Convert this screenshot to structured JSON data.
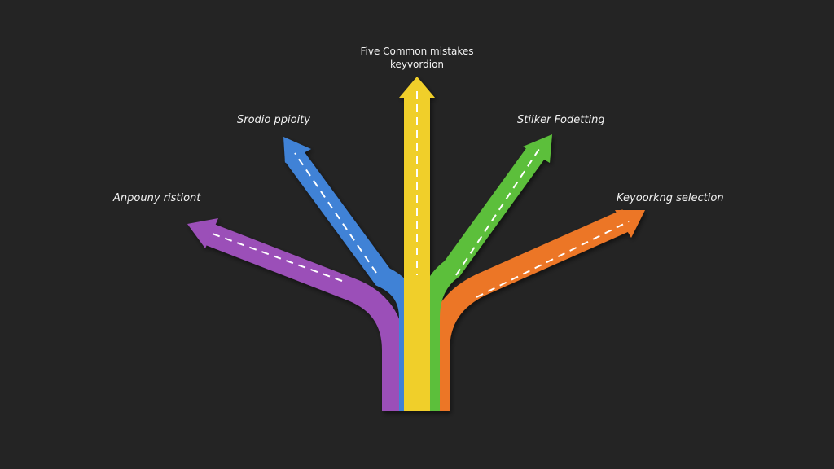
{
  "title": {
    "line1": "Five Common mistakes",
    "line2": "keyvordion"
  },
  "branches": [
    {
      "label": "Anpouny ristiont",
      "color": "#9b4fb8"
    },
    {
      "label": "Srodio ppioity",
      "color": "#3f82d6"
    },
    {
      "label": "Stiiker Fodetting",
      "color": "#5cbf3a"
    },
    {
      "label": "Keyoorkng selection",
      "color": "#ec7628"
    }
  ],
  "center_color": "#f0cf2c"
}
